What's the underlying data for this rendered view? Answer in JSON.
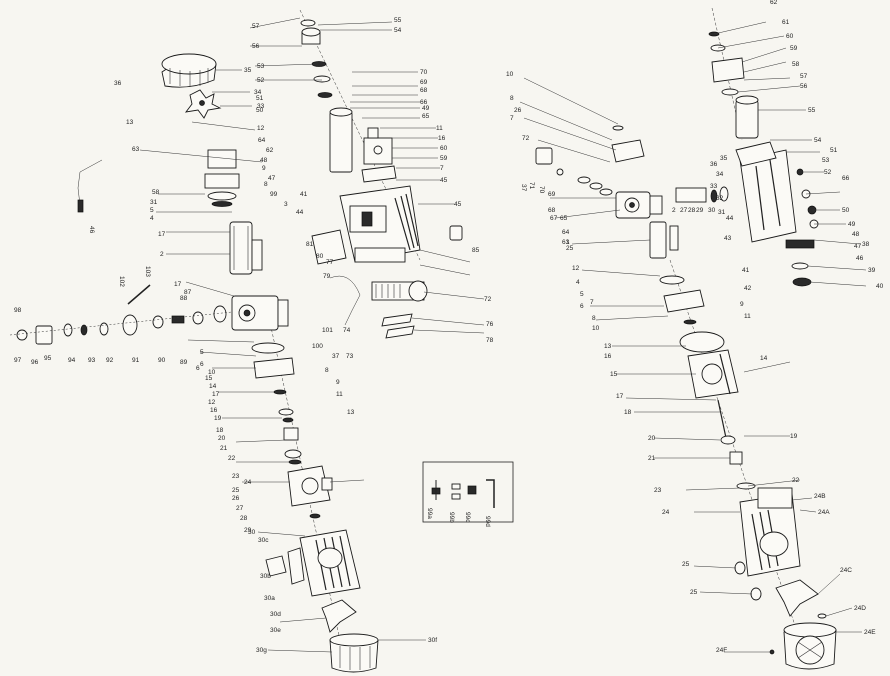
{
  "labels": {
    "center": [
      "55",
      "57",
      "54",
      "56",
      "53",
      "35",
      "70",
      "36",
      "52",
      "69",
      "34",
      "33",
      "51",
      "68",
      "13",
      "50",
      "66",
      "12",
      "49",
      "65",
      "64",
      "11",
      "63",
      "16",
      "62",
      "48",
      "60",
      "9",
      "59",
      "47",
      "8",
      "58",
      "99",
      "46",
      "7",
      "31",
      "3",
      "5",
      "44",
      "41",
      "45",
      "4",
      "45",
      "17",
      "2",
      "85",
      "81",
      "80",
      "77",
      "102",
      "103",
      "17",
      "79",
      "72",
      "98",
      "88",
      "87",
      "6",
      "101",
      "74",
      "76",
      "97",
      "96",
      "95",
      "94",
      "93",
      "92",
      "91",
      "90",
      "89",
      "100",
      "73",
      "78",
      "5",
      "37",
      "6",
      "10",
      "8",
      "9",
      "15",
      "14",
      "11",
      "12",
      "16",
      "13",
      "17",
      "19",
      "18",
      "20",
      "21",
      "22",
      "23",
      "24",
      "25",
      "26",
      "27",
      "28",
      "29",
      "30",
      "30c",
      "30b",
      "30a",
      "30d",
      "30e",
      "30g",
      "30f"
    ],
    "right": [
      "62",
      "61",
      "10",
      "60",
      "59",
      "58",
      "57",
      "56",
      "55",
      "8",
      "26",
      "54",
      "7",
      "72",
      "53",
      "52",
      "51",
      "37",
      "71",
      "70",
      "69",
      "68",
      "67",
      "66",
      "50",
      "49",
      "48",
      "47",
      "46",
      "38",
      "65",
      "64",
      "63",
      "1",
      "25",
      "2",
      "27",
      "28",
      "29",
      "30",
      "31",
      "32",
      "33",
      "34",
      "35",
      "36",
      "43",
      "44",
      "12",
      "4",
      "5",
      "6",
      "9",
      "39",
      "40",
      "41",
      "42",
      "7",
      "8",
      "10",
      "11",
      "13",
      "16",
      "14",
      "15",
      "17",
      "18",
      "19",
      "20",
      "21",
      "22",
      "23",
      "24",
      "24B",
      "24A",
      "25",
      "25",
      "24C",
      "24D",
      "24E",
      "24F"
    ],
    "inset": [
      "99a",
      "99b",
      "99c",
      "99d"
    ]
  }
}
